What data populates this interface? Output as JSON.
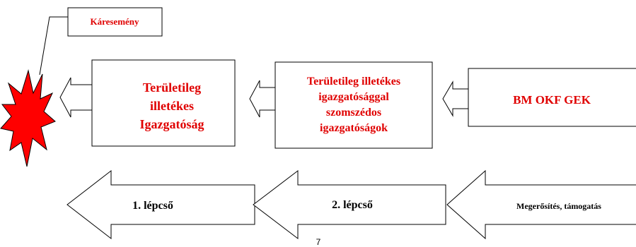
{
  "colors": {
    "accent": "#e00000",
    "burst": "#ff0000",
    "stroke": "#000000",
    "background": "#ffffff"
  },
  "event": {
    "label": "Káresemény",
    "icon": "explosion-burst-icon"
  },
  "boxes": {
    "local_directorate": {
      "lines": [
        "Területileg",
        "illetékes",
        "Igazgatóság"
      ]
    },
    "neighbor_directorates": {
      "lines": [
        "Területileg illetékes",
        "igazgatósággal",
        "szomszédos",
        "igazgatóságok"
      ]
    },
    "bm_okf_gek": {
      "label": "BM OKF GEK"
    }
  },
  "steps": {
    "step1": "1. lépcső",
    "step2": "2. lépcső",
    "step3": "Megerősítés, támogatás"
  },
  "footer": {
    "page_number": "7"
  }
}
